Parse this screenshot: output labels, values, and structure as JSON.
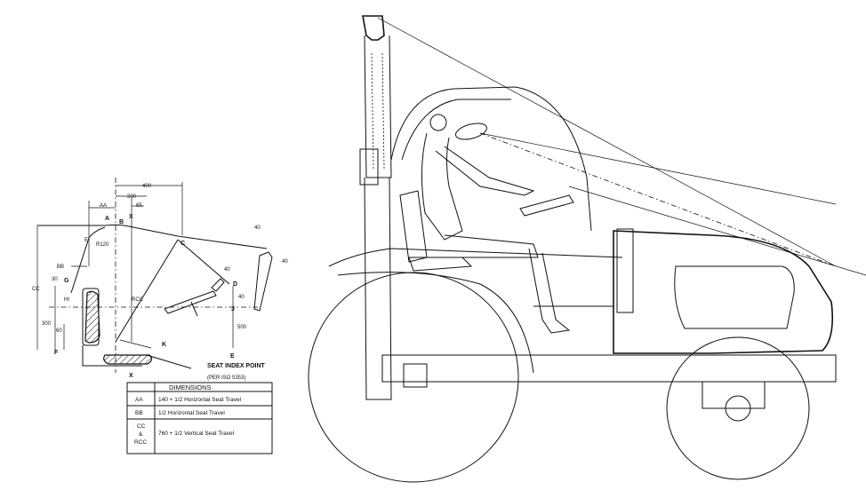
{
  "seat_diagram": {
    "dims": {
      "d400": "400",
      "d200": "200",
      "d65": "65",
      "aa": "AA",
      "r120": "R120",
      "bb": "BB",
      "d30": "30",
      "cc": "CC",
      "d300": "300",
      "d60": "60",
      "rcc": "RCC",
      "d40a": "40",
      "d40b": "40",
      "d40c": "40",
      "d40d": "40",
      "d500": "500"
    },
    "points": {
      "A": "A",
      "B": "B",
      "X_top": "X",
      "C": "C",
      "D": "D",
      "E": "E",
      "F": "F",
      "G": "G",
      "HI": "HI",
      "J": "J",
      "K": "K",
      "X_bottom": "X"
    },
    "seat_index_point": "SEAT INDEX POINT",
    "iso_ref": "(PER ISO 5353)"
  },
  "dimensions_table": {
    "header": "DIMENSIONS",
    "rows": [
      {
        "code": "AA",
        "description": "140 + 1/2 Horizontal Seat Travel"
      },
      {
        "code": "BB",
        "description": "1/2 Horizontal Seat Travel"
      },
      {
        "code_lines": [
          "CC",
          "&",
          "RCC"
        ],
        "description": "760 + 1/2 Vertical Seat Travel"
      }
    ]
  }
}
